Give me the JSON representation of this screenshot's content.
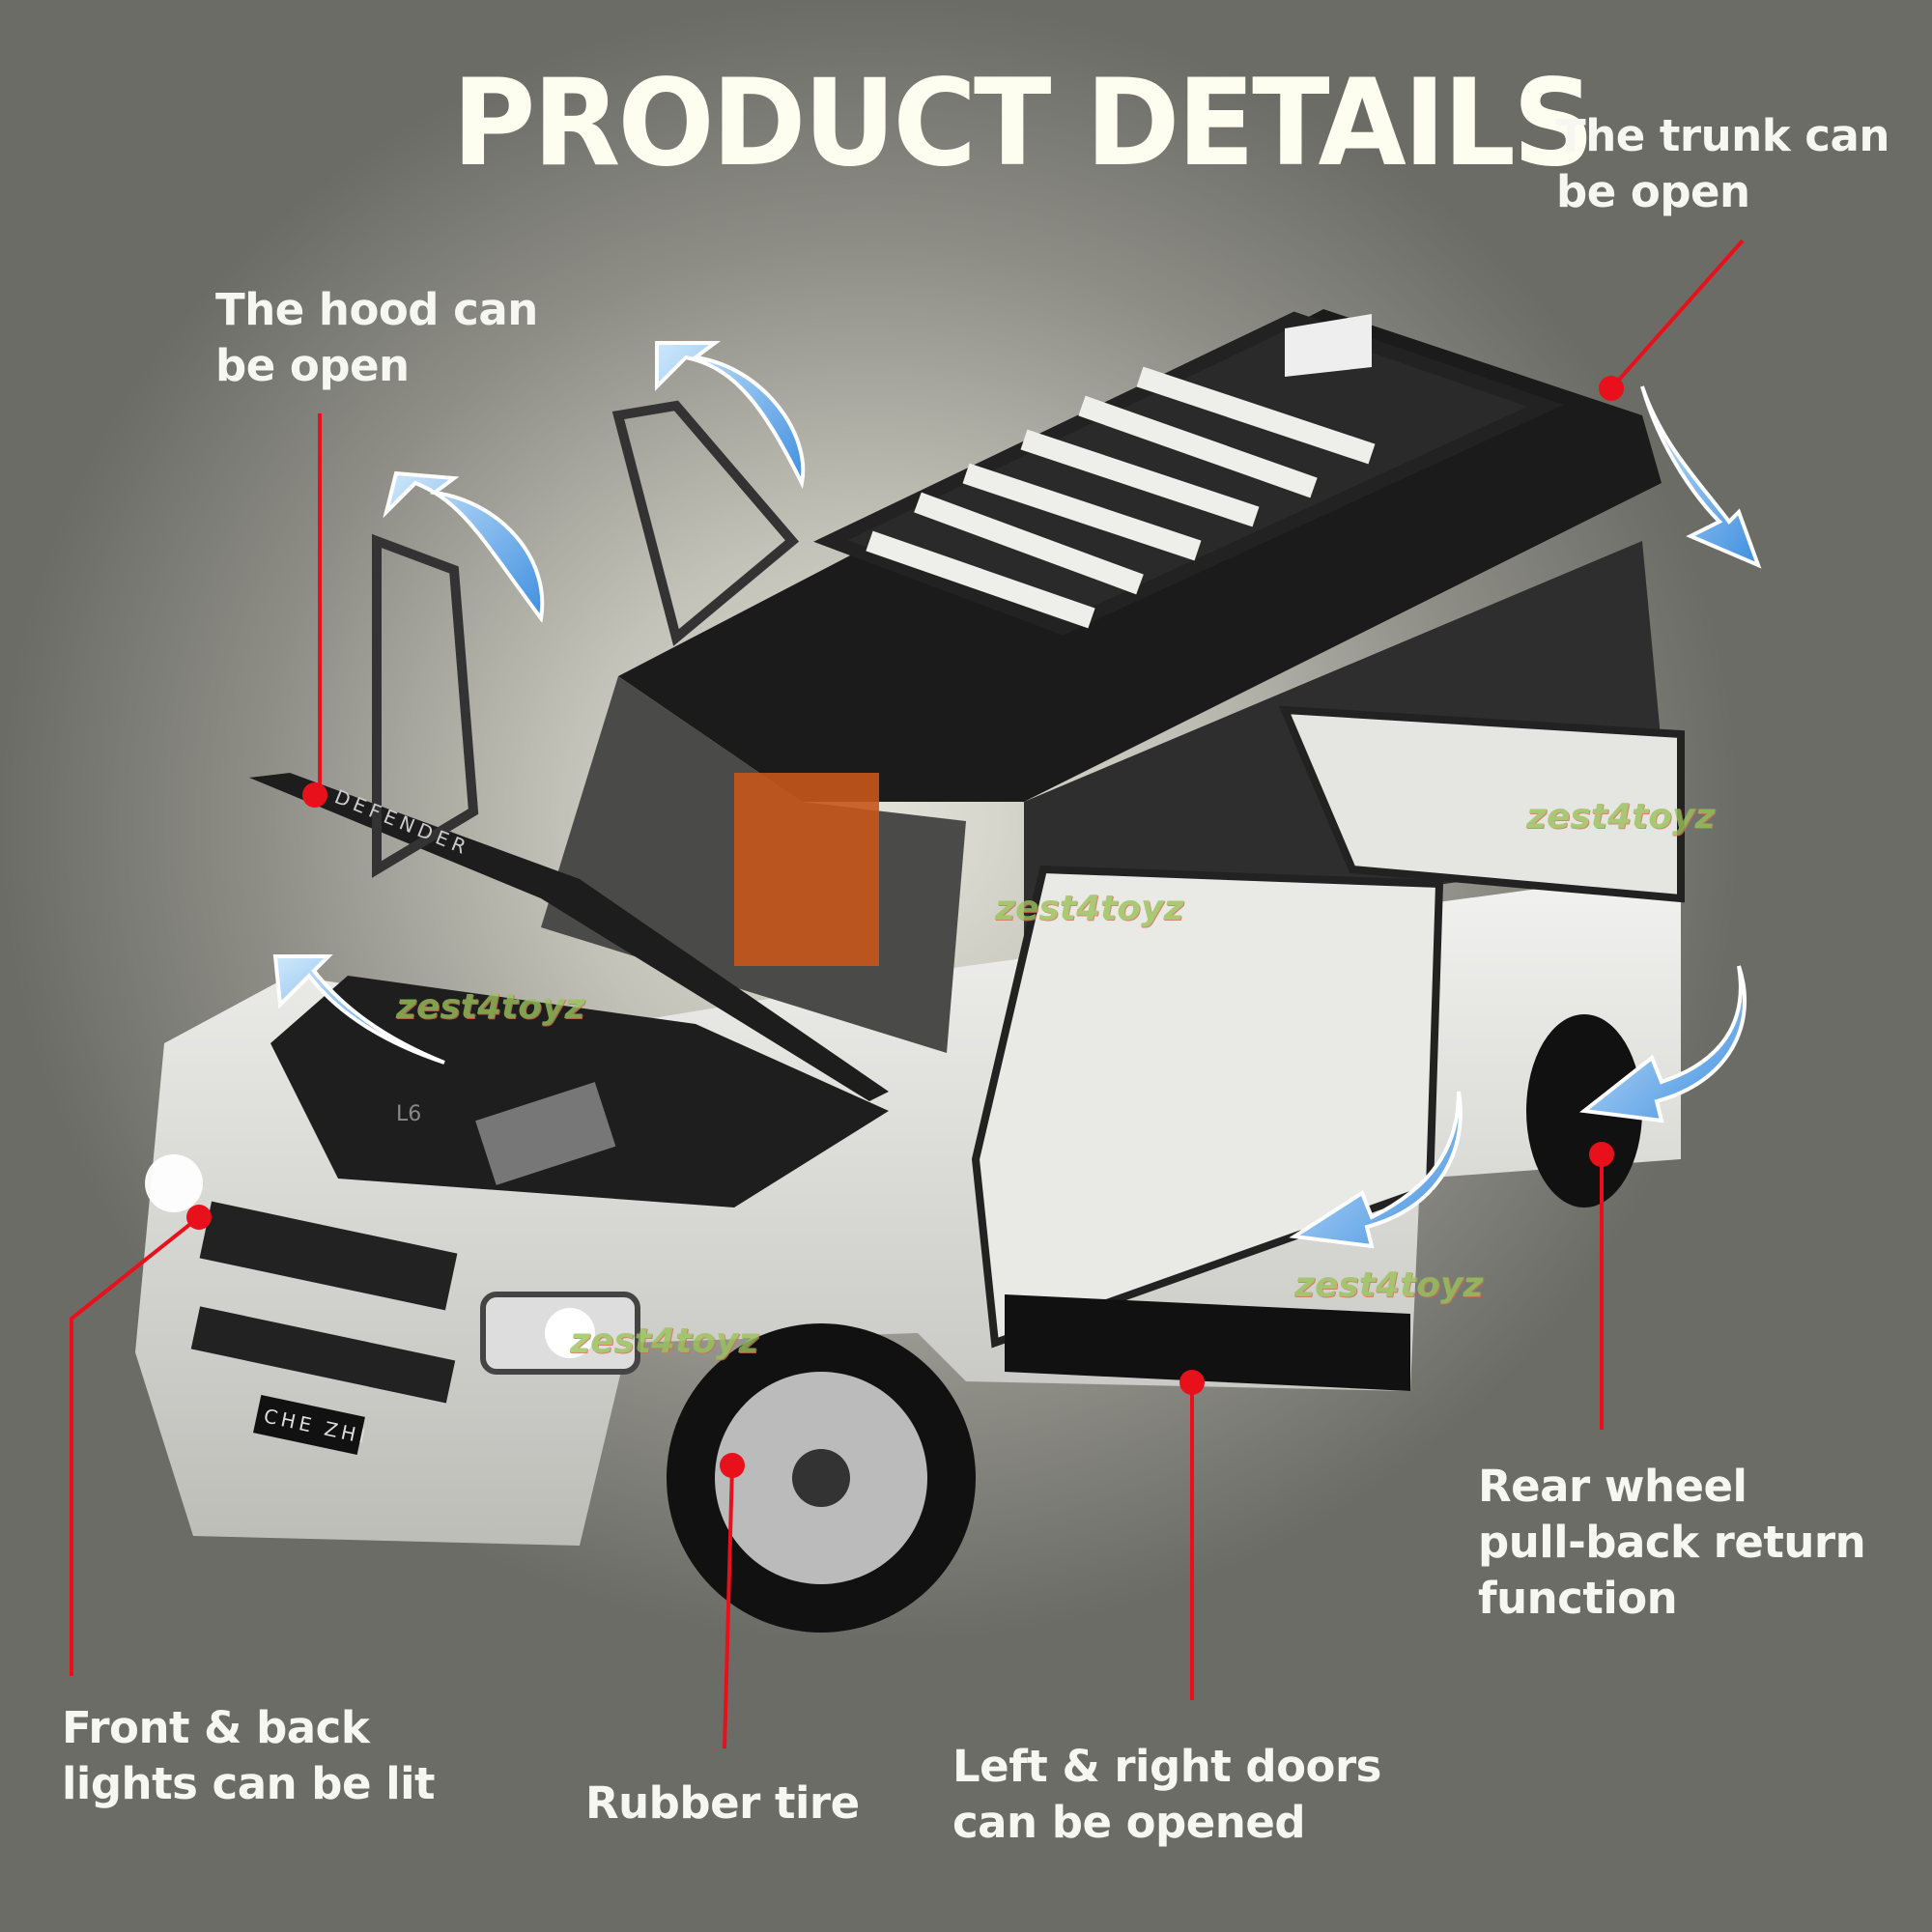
{
  "title": "PRODUCT DETAILS",
  "callouts": {
    "trunk": [
      "The trunk can",
      "be open"
    ],
    "hood": [
      "The hood can",
      "be open"
    ],
    "lights": [
      "Front & back",
      "lights can be lit"
    ],
    "tire": [
      "Rubber tire"
    ],
    "doors": [
      "Left & right doors",
      "can be opened"
    ],
    "rear_wheel": [
      "Rear wheel",
      "pull-back return",
      "function"
    ]
  },
  "watermark": "zest4toyz",
  "car_text": {
    "hood_badge": "DEFENDER",
    "plate": "CHE ZHI",
    "engine": "L6"
  },
  "colors": {
    "callout_line": "#e8101a",
    "arrow": "#5aa8e8",
    "title": "#fdfdf0"
  }
}
